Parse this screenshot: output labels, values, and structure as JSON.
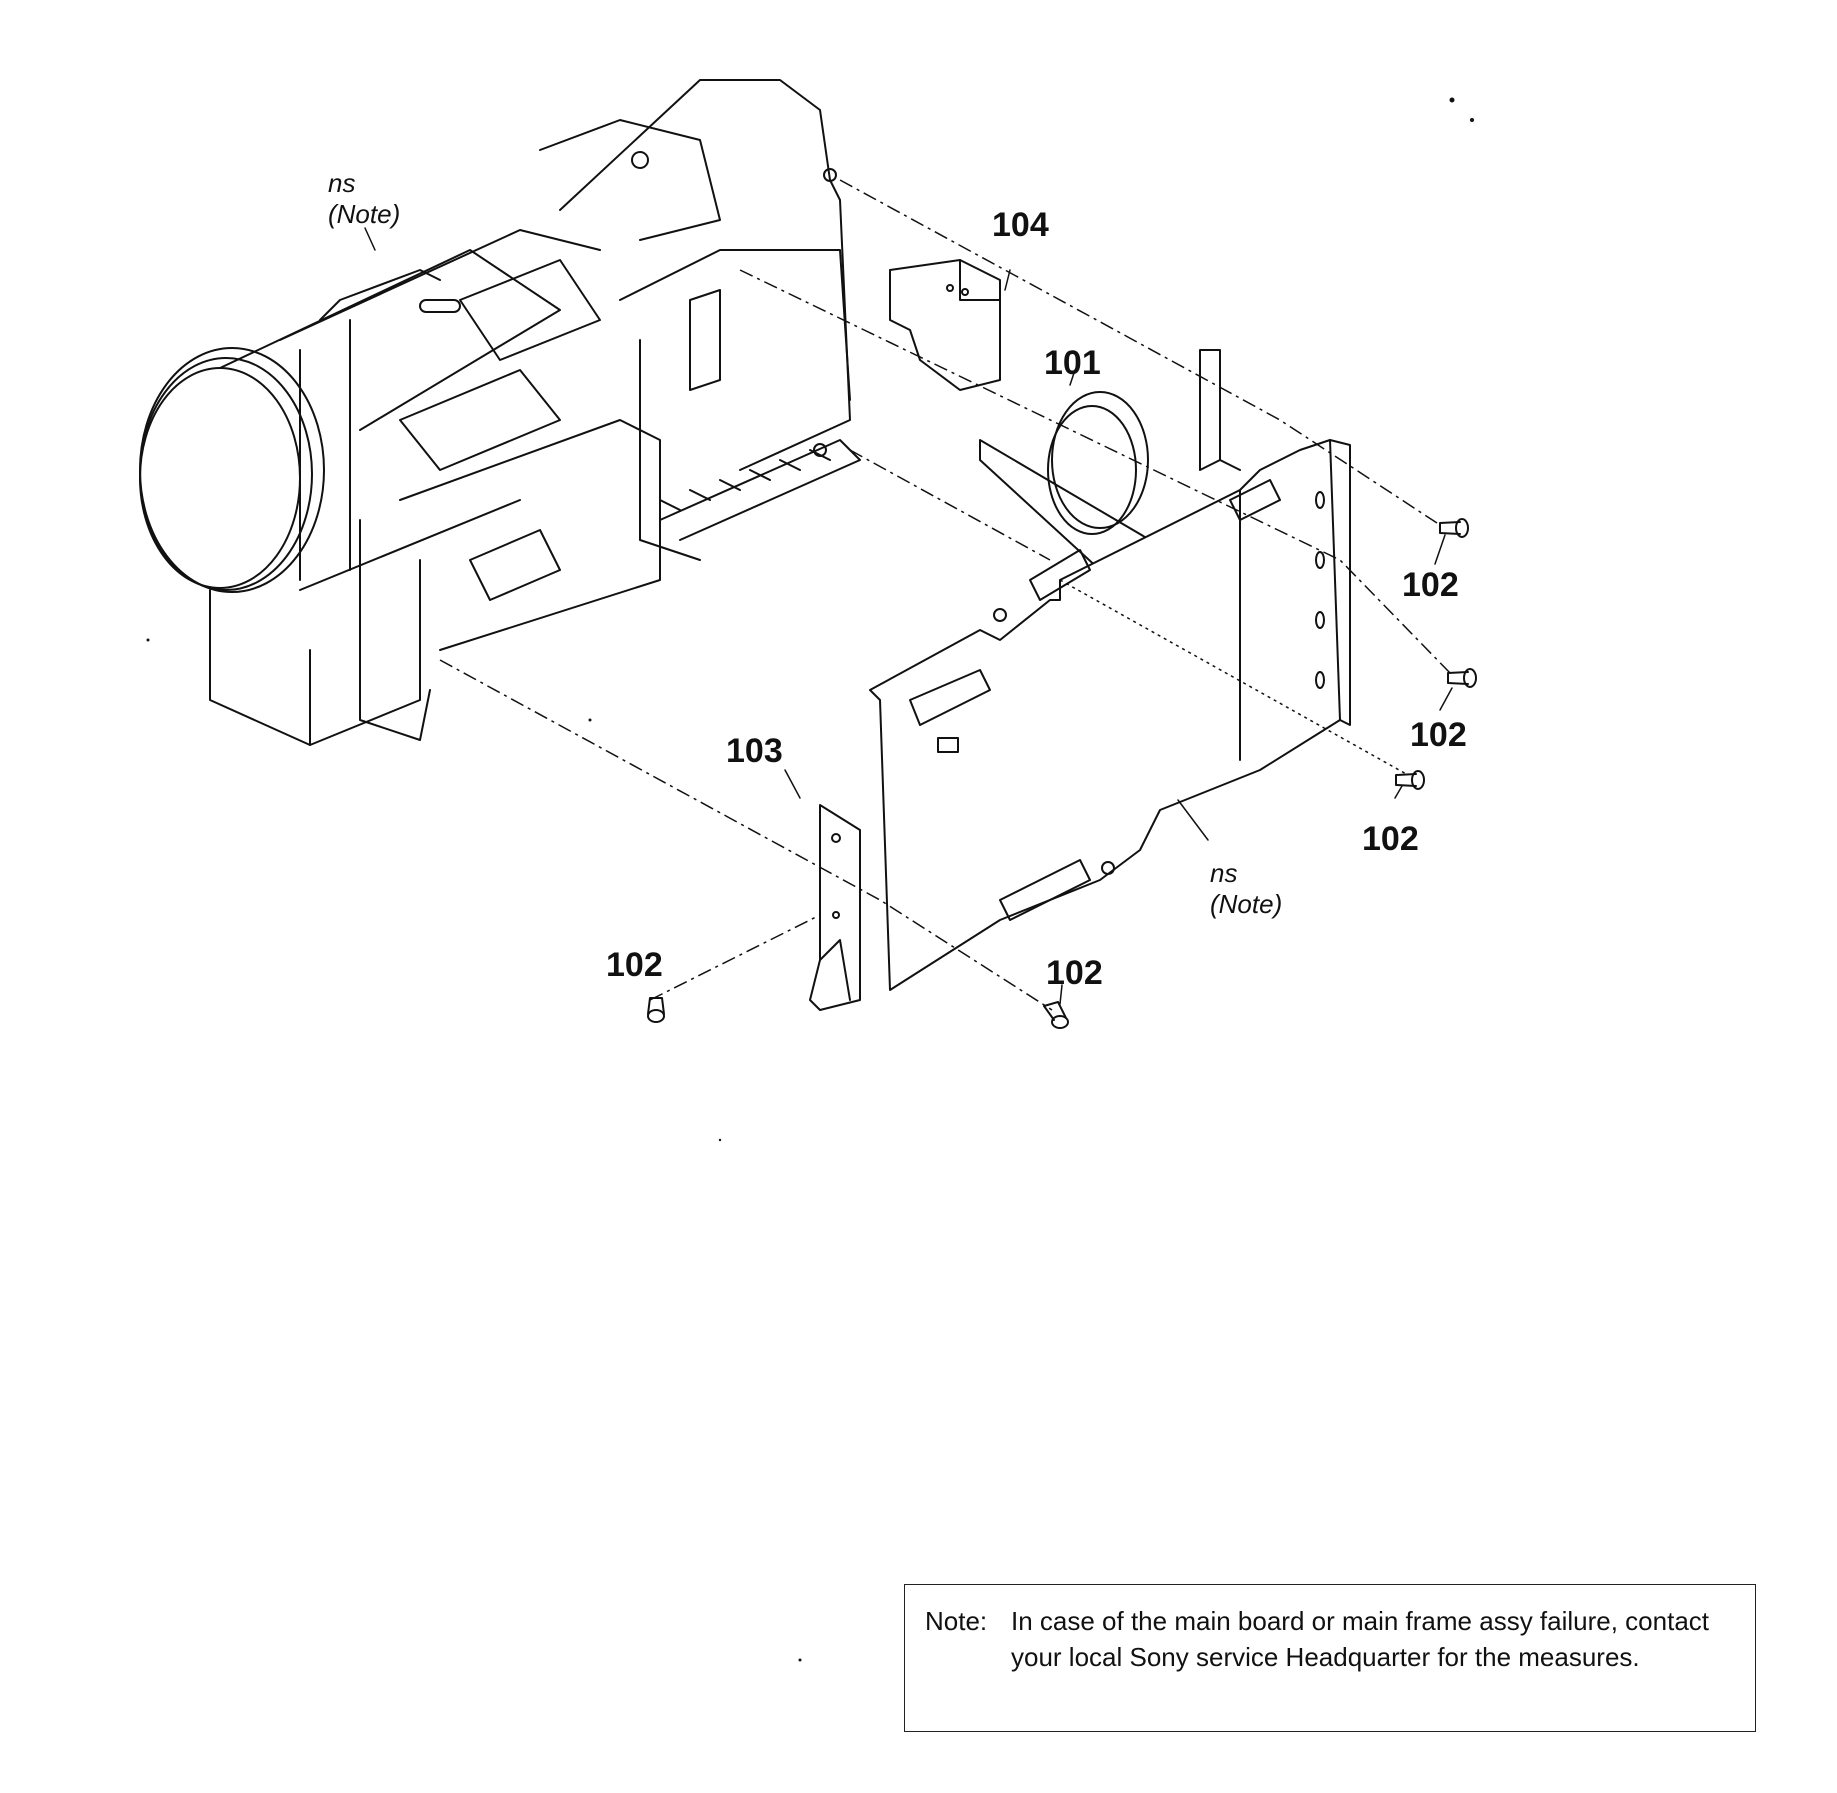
{
  "callouts": {
    "label_101": "101",
    "label_102": "102",
    "label_103": "103",
    "label_104": "104"
  },
  "ns_notes": {
    "ns": "ns",
    "note": "(Note)"
  },
  "note_box": {
    "prefix": "Note:",
    "text": "In case of the main board or main frame assy failure, contact your local Sony service Headquarter for the measures."
  }
}
